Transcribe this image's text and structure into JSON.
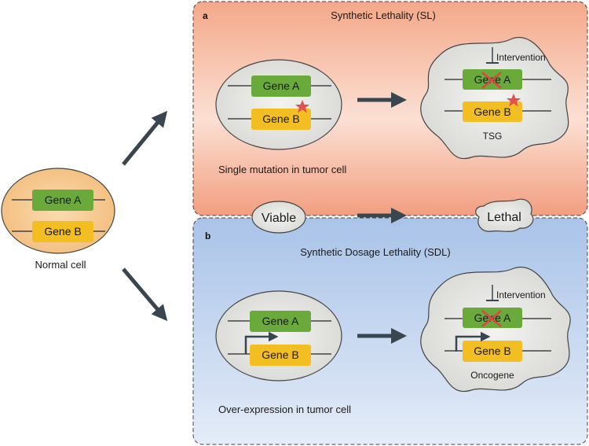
{
  "normal_cell": {
    "gene_a": "Gene A",
    "gene_b": "Gene B",
    "caption": "Normal cell"
  },
  "panel_a": {
    "letter": "a",
    "title": "Synthetic Lethality (SL)",
    "cell_gene_a": "Gene A",
    "cell_gene_b": "Gene B",
    "note": "Single mutation in tumor cell",
    "tumor_gene_a": "Gene A",
    "tumor_gene_b": "Gene B",
    "intervention": "Intervention",
    "tumor_label": "TSG",
    "viable": "Viable",
    "lethal": "Lethal"
  },
  "panel_b": {
    "letter": "b",
    "title": "Synthetic Dosage Lethality (SDL)",
    "cell_gene_a": "Gene A",
    "cell_gene_b": "Gene B",
    "note": "Over-expression in tumor cell",
    "tumor_gene_a": "Gene A",
    "tumor_gene_b": "Gene B",
    "intervention": "Intervention",
    "tumor_label": "Oncogene"
  },
  "colors": {
    "gene_a": "#6aaa3a",
    "gene_b": "#f2be22",
    "normal_cell_fill": "#f5c88c",
    "cell_fill": "#e6e6e4",
    "panel_a_fill": "#f4a88a",
    "panel_b_fill": "#a9c3e8",
    "arrow": "#39464f",
    "star": "#e2514f"
  },
  "icons": [
    "star-mutation-icon",
    "cross-mark-icon",
    "inhibition-icon",
    "transcription-arrow-icon"
  ]
}
